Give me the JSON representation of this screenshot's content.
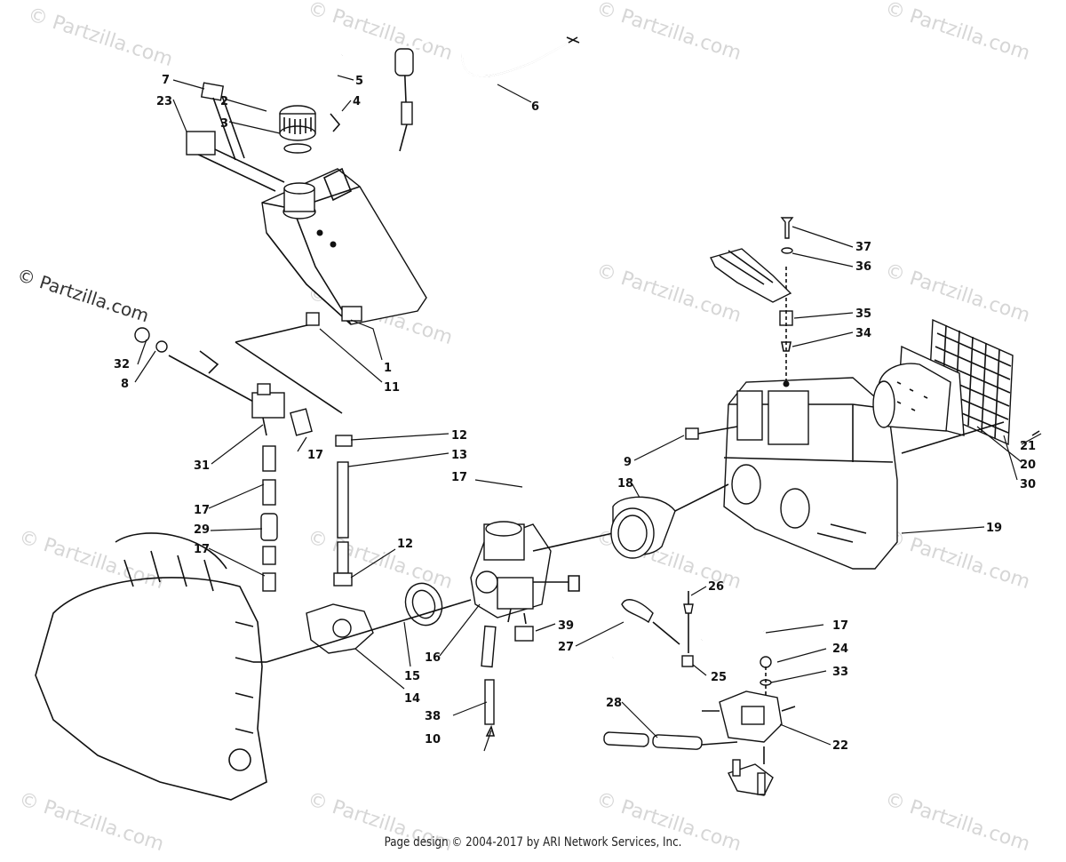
{
  "watermark": "© Partzilla.com",
  "watermark_prominent": "© Partzilla.com",
  "footer": "Page design © 2004-2017 by ARI Network Services, Inc.",
  "callouts": [
    "1",
    "2",
    "3",
    "4",
    "5",
    "6",
    "7",
    "8",
    "9",
    "10",
    "11",
    "12",
    "12",
    "13",
    "14",
    "15",
    "15",
    "16",
    "17",
    "17",
    "17",
    "17",
    "17",
    "18",
    "19",
    "20",
    "21",
    "22",
    "23",
    "24",
    "25",
    "26",
    "27",
    "28",
    "29",
    "30",
    "31",
    "32",
    "33",
    "34",
    "35",
    "36",
    "37",
    "38",
    "39"
  ]
}
